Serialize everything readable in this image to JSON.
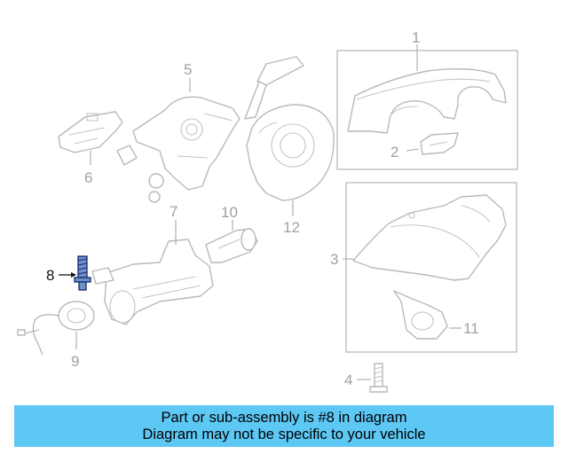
{
  "diagram": {
    "highlighted_part": "8",
    "highlight_color": "#6f8fc7",
    "callouts": [
      "1",
      "2",
      "3",
      "4",
      "5",
      "6",
      "7",
      "8",
      "9",
      "10",
      "11",
      "12"
    ]
  },
  "banner": {
    "line1": "Part or sub-assembly is #8 in diagram",
    "line2": "Diagram may not be specific to your vehicle",
    "background": "#5ec8f5"
  }
}
